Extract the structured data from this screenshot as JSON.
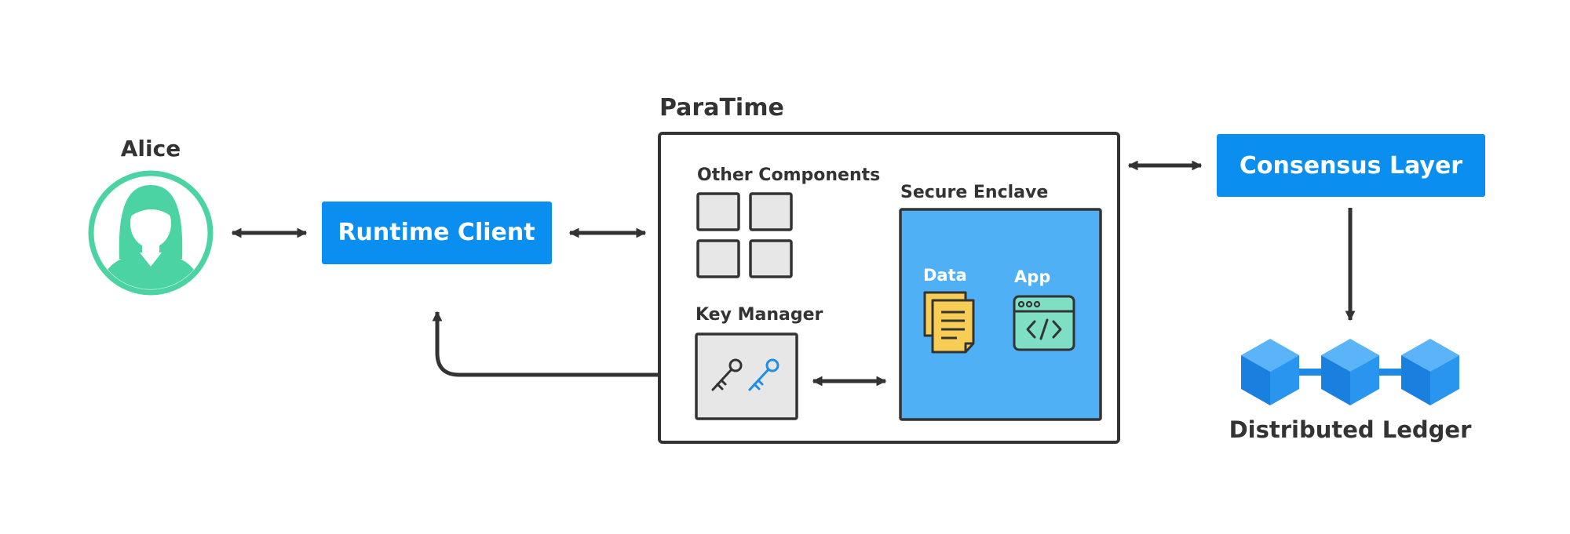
{
  "labels": {
    "alice": "Alice",
    "runtime_client": "Runtime Client",
    "paratime": "ParaTime",
    "other_components": "Other Components",
    "key_manager": "Key Manager",
    "secure_enclave": "Secure Enclave",
    "data": "Data",
    "app": "App",
    "consensus_layer": "Consensus Layer",
    "distributed_ledger": "Distributed Ledger"
  },
  "colors": {
    "primary_blue": "#0a8ff0",
    "enclave_blue": "#4fb0f5",
    "alice_green": "#4cd3a4",
    "dark": "#333333",
    "light_gray": "#e7e7e7",
    "doc_yellow": "#f7cd55",
    "app_green": "#7fdfc4",
    "ledger_blue": "#2a95ee"
  },
  "icons": {
    "alice": "user-avatar-icon",
    "data": "document-stack-icon",
    "app": "code-window-icon",
    "keys": "key-icon",
    "ledger": "block-icon"
  }
}
